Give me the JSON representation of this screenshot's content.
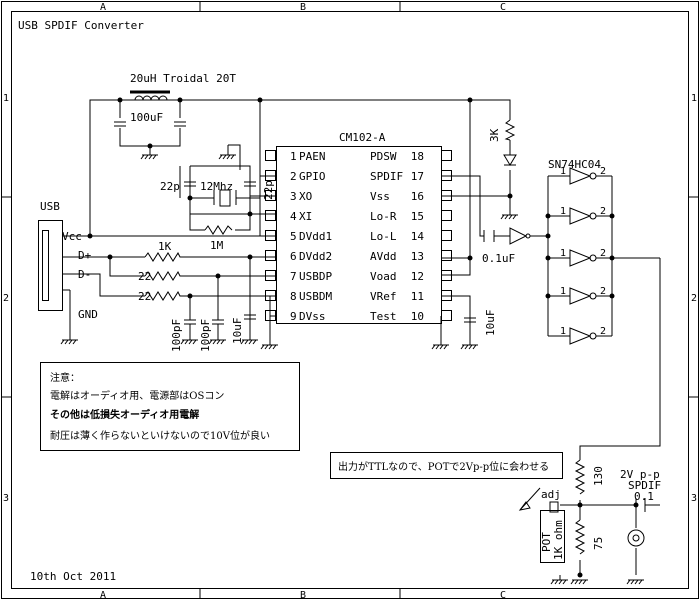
{
  "title": "USB SPDIF Converter",
  "date": "10th Oct 2011",
  "grid": {
    "columns": [
      "A",
      "B",
      "C"
    ],
    "rows": [
      "1",
      "2",
      "3"
    ]
  },
  "chip": {
    "name": "CM102-A",
    "left_pins": [
      {
        "num": "1",
        "name": "PAEN"
      },
      {
        "num": "2",
        "name": "GPIO"
      },
      {
        "num": "3",
        "name": "XO"
      },
      {
        "num": "4",
        "name": "XI"
      },
      {
        "num": "5",
        "name": "DVdd1"
      },
      {
        "num": "6",
        "name": "DVdd2"
      },
      {
        "num": "7",
        "name": "USBDP"
      },
      {
        "num": "8",
        "name": "USBDM"
      },
      {
        "num": "9",
        "name": "DVss"
      }
    ],
    "right_pins": [
      {
        "num": "18",
        "name": "PDSW"
      },
      {
        "num": "17",
        "name": "SPDIF"
      },
      {
        "num": "16",
        "name": "Vss"
      },
      {
        "num": "15",
        "name": "Lo-R"
      },
      {
        "num": "14",
        "name": "Lo-L"
      },
      {
        "num": "13",
        "name": "AVdd"
      },
      {
        "num": "12",
        "name": "Voad"
      },
      {
        "num": "11",
        "name": "VRef"
      },
      {
        "num": "10",
        "name": "Test"
      }
    ]
  },
  "inductor_label": "20uH Troidal 20T",
  "cap_100uf": "100uF",
  "crystal_label": "12Mhz",
  "cap_22p_left": "22p",
  "cap_22p_right": "22p",
  "res_1m": "1M",
  "res_1k": "1K",
  "res_22_a": "22",
  "res_22_b": "22",
  "cap_100pf_a": "100pF",
  "cap_100pf_b": "100pF",
  "cap_10uf_a": "10uF",
  "cap_10uf_b": "10uF",
  "cap_01uf": "0.1uF",
  "res_3k": "3K",
  "usb": {
    "label": "USB",
    "vcc": "Vcc",
    "dplus": "D+",
    "dminus": "D-",
    "gnd": "GND"
  },
  "inverter_ic": "SN74HC04",
  "inv_in": "1",
  "inv_out": "2",
  "inv_out_num": "2",
  "res_130": "130",
  "res_75": "75",
  "adj": "adj",
  "pot_label": "POT",
  "pot_value": "1K ohm",
  "output": {
    "level": "2V p-p",
    "name": "SPDIF",
    "cap": "0.1"
  },
  "note_pot": "出力がTTLなので、POTで2Vp-p位に会わせる",
  "notes": {
    "heading": "注意：",
    "line1": "電解はオーディオ用、電源部はOSコン",
    "line2": "その他は低損失オーディオ用電解",
    "line3": "耐圧は薄く作らないといけないので10V位が良い"
  }
}
